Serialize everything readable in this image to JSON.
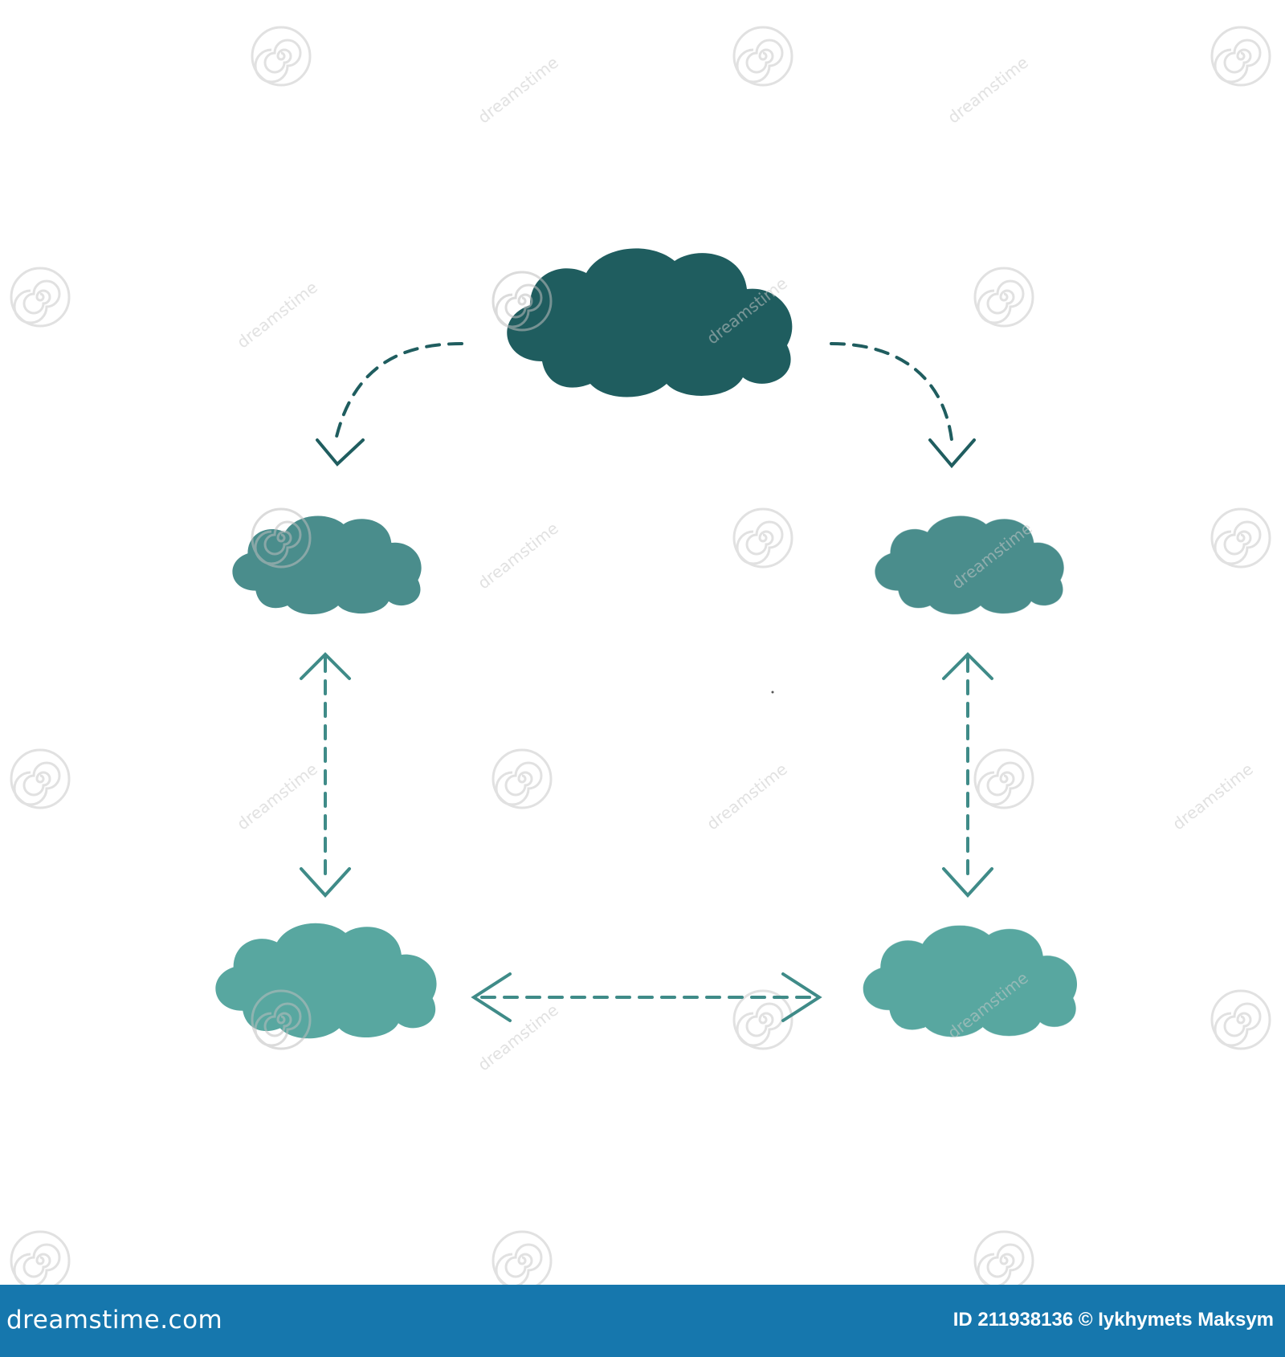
{
  "watermark": {
    "text": "dreamstime",
    "icon": "spiral-watermark-icon"
  },
  "footer": {
    "logo_text": "dreamstime.com",
    "credit": "ID 211938136 © Iykhymets Maksym"
  },
  "colors": {
    "top_cloud": "#1f5d5f",
    "middle_clouds": "#4a8d8c",
    "bottom_clouds": "#58a7a0",
    "top_arrows": "#1f5d5f",
    "lower_arrows": "#3f8b88",
    "footer_bg": "#1677ad"
  },
  "diagram": {
    "nodes": [
      {
        "id": "top",
        "label": ""
      },
      {
        "id": "middle-left",
        "label": ""
      },
      {
        "id": "middle-right",
        "label": ""
      },
      {
        "id": "bottom-left",
        "label": ""
      },
      {
        "id": "bottom-right",
        "label": ""
      }
    ],
    "edges": [
      {
        "from": "top",
        "to": "middle-left",
        "style": "dashed",
        "direction": "forward"
      },
      {
        "from": "top",
        "to": "middle-right",
        "style": "dashed",
        "direction": "forward"
      },
      {
        "from": "middle-left",
        "to": "bottom-left",
        "style": "dashed",
        "direction": "both"
      },
      {
        "from": "middle-right",
        "to": "bottom-right",
        "style": "dashed",
        "direction": "both"
      },
      {
        "from": "bottom-left",
        "to": "bottom-right",
        "style": "dashed",
        "direction": "both"
      }
    ]
  }
}
